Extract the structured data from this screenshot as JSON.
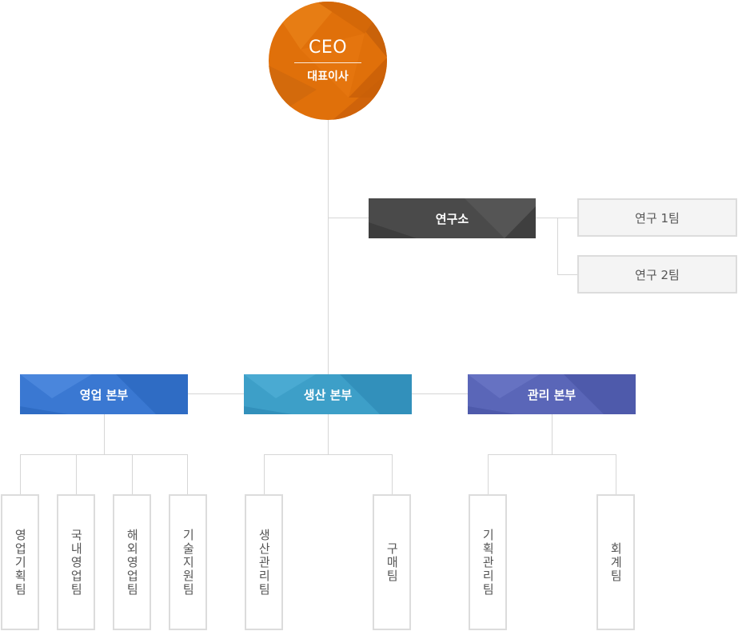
{
  "ceo": {
    "title": "CEO",
    "subtitle": "대표이사"
  },
  "lab": {
    "label": "연구소",
    "color": "#4a4a4a",
    "teams": [
      "연구 1팀",
      "연구 2팀"
    ]
  },
  "divisions": [
    {
      "label": "영업 본부",
      "color": "#3a78d2",
      "teams": [
        "영업기획팀",
        "국내영업팀",
        "해외영업팀",
        "기술지원팀"
      ]
    },
    {
      "label": "생산 본부",
      "color": "#3d9fc8",
      "teams": [
        "생산관리팀",
        "구매팀"
      ]
    },
    {
      "label": "관리 본부",
      "color": "#5a66b8",
      "teams": [
        "기획관리팀",
        "회계팀"
      ]
    }
  ],
  "colors": {
    "ceo": "#e0700a",
    "line": "#d6d6d6",
    "team_border": "#dcdcdc"
  }
}
